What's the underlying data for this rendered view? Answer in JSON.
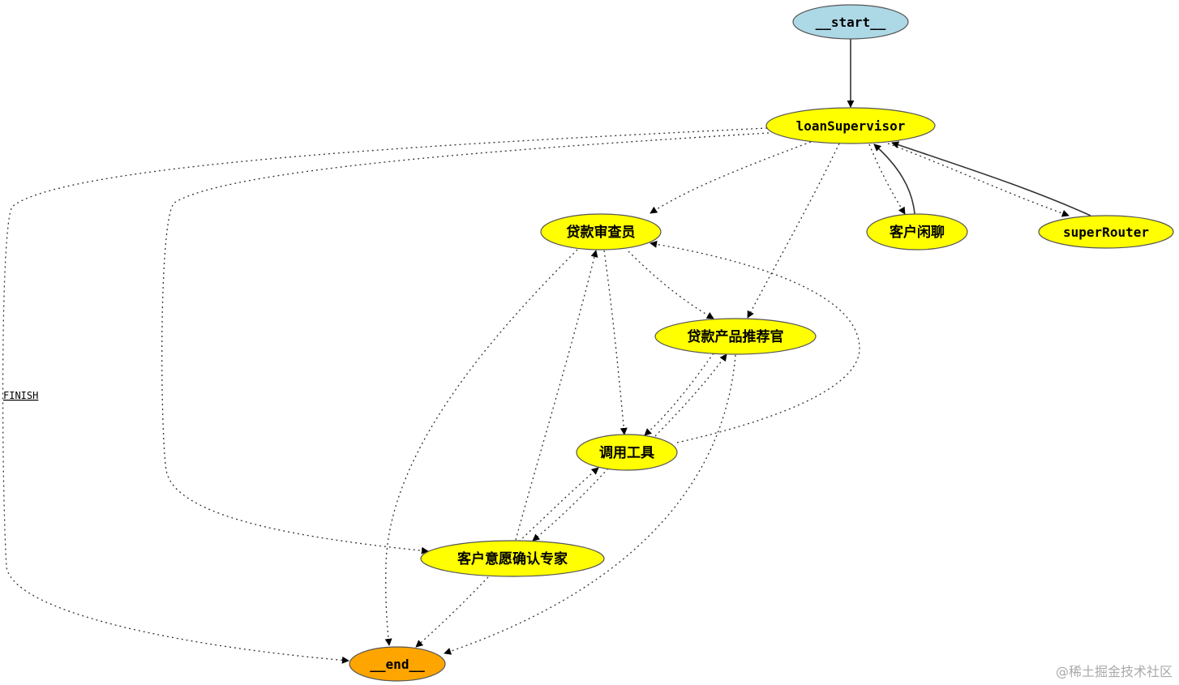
{
  "nodes": {
    "start": {
      "label": "__start__",
      "color": "#add8e6"
    },
    "loanSupervisor": {
      "label": "loanSupervisor",
      "color": "#ffff00"
    },
    "loanReviewer": {
      "label": "贷款审查员",
      "color": "#ffff00"
    },
    "smallTalk": {
      "label": "客户闲聊",
      "color": "#ffff00"
    },
    "superRouter": {
      "label": "superRouter",
      "color": "#ffff00"
    },
    "productRecommender": {
      "label": "贷款产品推荐官",
      "color": "#ffff00"
    },
    "callTool": {
      "label": "调用工具",
      "color": "#ffff00"
    },
    "intentExpert": {
      "label": "客户意愿确认专家",
      "color": "#ffff00"
    },
    "end": {
      "label": "__end__",
      "color": "#ffa500"
    }
  },
  "edges": [
    {
      "from": "start",
      "to": "loanSupervisor",
      "style": "solid"
    },
    {
      "from": "loanSupervisor",
      "to": "end",
      "style": "dotted",
      "label": "FINISH"
    },
    {
      "from": "loanSupervisor",
      "to": "intentExpert",
      "style": "dotted"
    },
    {
      "from": "loanSupervisor",
      "to": "loanReviewer",
      "style": "dotted"
    },
    {
      "from": "loanSupervisor",
      "to": "productRecommender",
      "style": "dotted"
    },
    {
      "from": "loanSupervisor",
      "to": "smallTalk",
      "style": "dotted"
    },
    {
      "from": "smallTalk",
      "to": "loanSupervisor",
      "style": "solid"
    },
    {
      "from": "loanSupervisor",
      "to": "superRouter",
      "style": "dotted"
    },
    {
      "from": "superRouter",
      "to": "loanSupervisor",
      "style": "solid"
    },
    {
      "from": "loanReviewer",
      "to": "productRecommender",
      "style": "dotted"
    },
    {
      "from": "loanReviewer",
      "to": "callTool",
      "style": "dotted"
    },
    {
      "from": "loanReviewer",
      "to": "end",
      "style": "dotted"
    },
    {
      "from": "productRecommender",
      "to": "callTool",
      "style": "dotted"
    },
    {
      "from": "callTool",
      "to": "productRecommender",
      "style": "dotted"
    },
    {
      "from": "productRecommender",
      "to": "end",
      "style": "dotted"
    },
    {
      "from": "callTool",
      "to": "loanReviewer",
      "style": "dotted"
    },
    {
      "from": "intentExpert",
      "to": "callTool",
      "style": "dotted"
    },
    {
      "from": "callTool",
      "to": "intentExpert",
      "style": "dotted"
    },
    {
      "from": "intentExpert",
      "to": "loanReviewer",
      "style": "dotted"
    },
    {
      "from": "intentExpert",
      "to": "end",
      "style": "dotted"
    }
  ],
  "watermark": "@稀土掘金技术社区"
}
